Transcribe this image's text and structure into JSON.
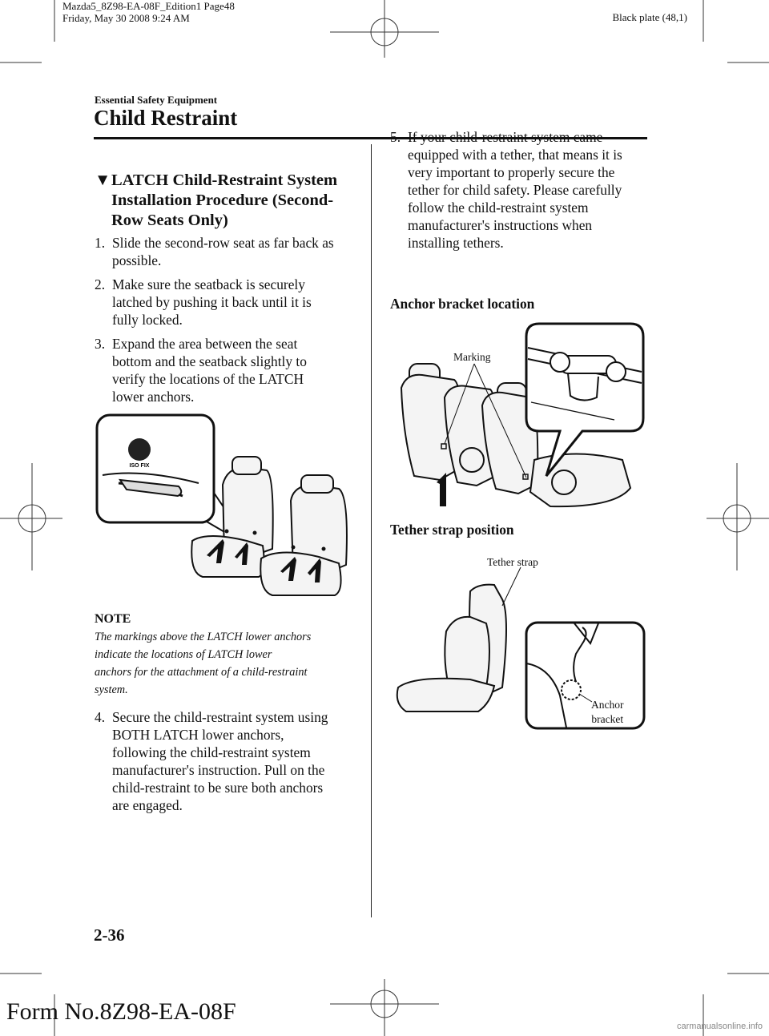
{
  "header": {
    "file_line": "Mazda5_8Z98-EA-08F_Edition1 Page48",
    "date_line": "Friday, May 30 2008 9:24 AM",
    "plate": "Black plate (48,1)",
    "section": "Essential Safety Equipment",
    "chapter": "Child Restraint"
  },
  "left": {
    "heading_marker": "▼",
    "heading": "LATCH Child-Restraint System Installation Procedure (Second-Row Seats Only)",
    "heading_lines": [
      "LATCH Child-Restraint System",
      "Installation Procedure (Second-",
      "Row Seats Only)"
    ],
    "steps": [
      {
        "num": "1.",
        "lines": [
          "Slide the second-row seat as far back as",
          "possible."
        ]
      },
      {
        "num": "2.",
        "lines": [
          "Make sure the seatback is securely",
          "latched by pushing it back until it is",
          "fully locked."
        ]
      },
      {
        "num": "3.",
        "lines": [
          "Expand the area between the seat",
          "bottom and the seatback slightly to",
          "verify the locations of the LATCH",
          "lower anchors."
        ]
      },
      {
        "num": "4.",
        "lines": [
          "Secure the child-restraint system using",
          "BOTH LATCH lower anchors,",
          "following the child-restraint system",
          "manufacturer's instruction. Pull on the",
          "child-restraint to be sure both anchors",
          "are engaged."
        ]
      }
    ],
    "note_title": "NOTE",
    "note_lines": [
      "The markings above the LATCH lower anchors",
      "indicate the locations of LATCH lower",
      "anchors for the attachment of a child-restraint",
      "system."
    ],
    "iso_fix_text": "ISO FIX"
  },
  "right": {
    "step5": {
      "num": "5.",
      "lines": [
        "If your child-restraint system came",
        "equipped with a tether, that means it is",
        "very important to properly secure the",
        "tether for child safety. Please carefully",
        "follow the child-restraint system",
        "manufacturer's instructions when",
        "installing tethers."
      ]
    },
    "anchor_title": "Anchor bracket location",
    "marking_label": "Marking",
    "tether_title": "Tether strap position",
    "tether_label": "Tether strap",
    "anchor_label_lines": [
      "Anchor",
      "bracket"
    ]
  },
  "footer": {
    "page_number": "2-36",
    "form_number": "Form No.8Z98-EA-08F",
    "watermark": "carmanualsonline.info"
  }
}
